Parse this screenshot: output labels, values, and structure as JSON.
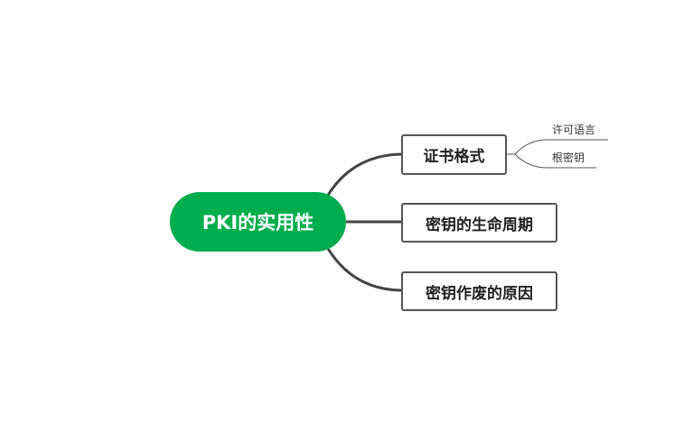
{
  "root": {
    "label": "PKI的实用性",
    "color": "#00ad4e"
  },
  "topics": [
    {
      "label": "证书格式",
      "children": [
        "许可语言",
        "根密钥"
      ]
    },
    {
      "label": "密钥的生命周期"
    },
    {
      "label": "密钥作废的原因"
    }
  ]
}
